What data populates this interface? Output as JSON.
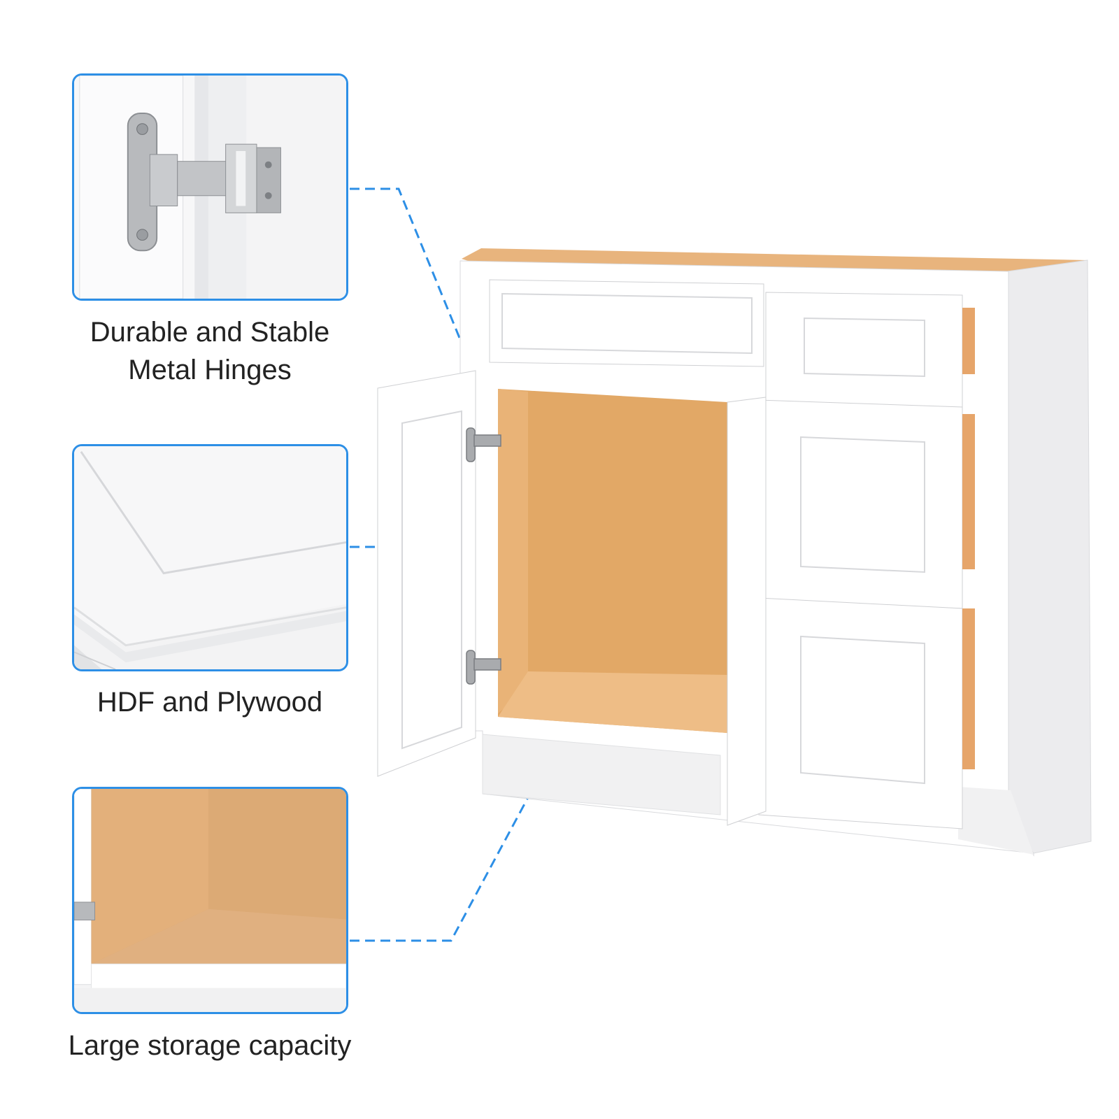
{
  "features": [
    {
      "id": "hinge",
      "caption_line1": "Durable and Stable",
      "caption_line2": "Metal Hinges",
      "icon": "hinge-detail-photo"
    },
    {
      "id": "hdf",
      "caption_line1": "HDF and Plywood",
      "caption_line2": "",
      "icon": "panel-edge-detail-photo"
    },
    {
      "id": "storage",
      "caption_line1": "Large storage capacity",
      "caption_line2": "",
      "icon": "cabinet-interior-photo"
    }
  ],
  "colors": {
    "accent": "#2d8fe6",
    "cabinet_white": "#ffffff",
    "wood_interior": "#e9b27a",
    "text": "#222222"
  },
  "product": "white-shaker-bathroom-vanity-cabinet"
}
